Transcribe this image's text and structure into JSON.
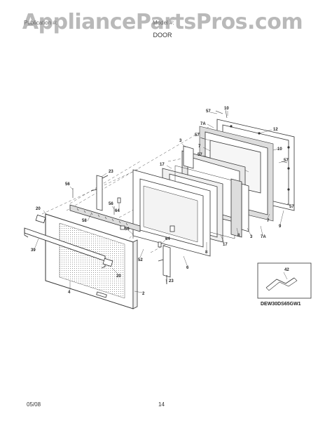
{
  "watermark": "AppliancePartsPros.com",
  "header": {
    "left_text": "Publication #:",
    "right_text": "Model #:"
  },
  "section_title": "DOOR",
  "footer": {
    "date": "05/08",
    "page": "14"
  },
  "inset": {
    "model_code": "DEW30DS65GW1"
  },
  "callouts": [
    {
      "id": "c10a",
      "label": "10"
    },
    {
      "id": "c57a",
      "label": "57"
    },
    {
      "id": "c7Aa",
      "label": "7A"
    },
    {
      "id": "c12",
      "label": "12"
    },
    {
      "id": "c57b",
      "label": "57"
    },
    {
      "id": "c3a",
      "label": "3"
    },
    {
      "id": "c7a",
      "label": "7"
    },
    {
      "id": "c10b",
      "label": "10"
    },
    {
      "id": "c57c",
      "label": "57"
    },
    {
      "id": "c57d",
      "label": "57"
    },
    {
      "id": "c17a",
      "label": "17"
    },
    {
      "id": "c23a",
      "label": "23"
    },
    {
      "id": "c56a",
      "label": "56"
    },
    {
      "id": "c20a",
      "label": "20"
    },
    {
      "id": "c56b",
      "label": "56"
    },
    {
      "id": "c64a",
      "label": "64"
    },
    {
      "id": "c58",
      "label": "58"
    },
    {
      "id": "c56c",
      "label": "56"
    },
    {
      "id": "c39",
      "label": "39"
    },
    {
      "id": "c52",
      "label": "52"
    },
    {
      "id": "c20b",
      "label": "20"
    },
    {
      "id": "c4",
      "label": "4"
    },
    {
      "id": "c2",
      "label": "2"
    },
    {
      "id": "c23b",
      "label": "23"
    },
    {
      "id": "c6",
      "label": "6"
    },
    {
      "id": "c64b",
      "label": "64"
    },
    {
      "id": "c8a",
      "label": "8"
    },
    {
      "id": "c17b",
      "label": "17"
    },
    {
      "id": "c8b",
      "label": "8"
    },
    {
      "id": "c3b",
      "label": "3"
    },
    {
      "id": "c7Ab",
      "label": "7A"
    },
    {
      "id": "c7b",
      "label": "7"
    },
    {
      "id": "c9",
      "label": "9"
    },
    {
      "id": "c57e",
      "label": "57"
    },
    {
      "id": "c42",
      "label": "42"
    }
  ]
}
